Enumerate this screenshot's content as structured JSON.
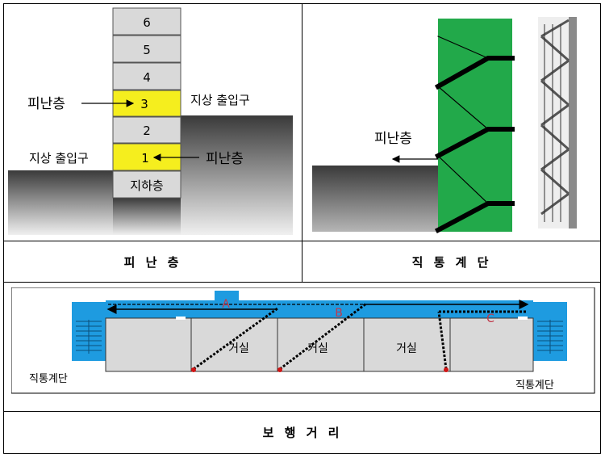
{
  "panel_a": {
    "floors": [
      "6",
      "5",
      "4",
      "3",
      "2",
      "1",
      "지하층"
    ],
    "refuge_label_left": "피난층",
    "refuge_label_right": "피난층",
    "entrance_right": "지상 출입구",
    "entrance_left": "지상 출입구",
    "caption": "피 난 층",
    "colors": {
      "refuge": "#f5ee1e",
      "floor": "#d9d9d9"
    }
  },
  "panel_b": {
    "refuge_label": "피난층",
    "caption": "직 통 계 단",
    "colors": {
      "wall": "#22a94a"
    }
  },
  "panel_c": {
    "rooms": [
      "거실",
      "거실",
      "거실"
    ],
    "route_labels": [
      "A",
      "B",
      "C"
    ],
    "stair_left": "직통계단",
    "stair_right": "직통계단",
    "caption": "보 행 거 리",
    "colors": {
      "corridor": "#1e9be0",
      "route_label": "#c0394b"
    }
  }
}
